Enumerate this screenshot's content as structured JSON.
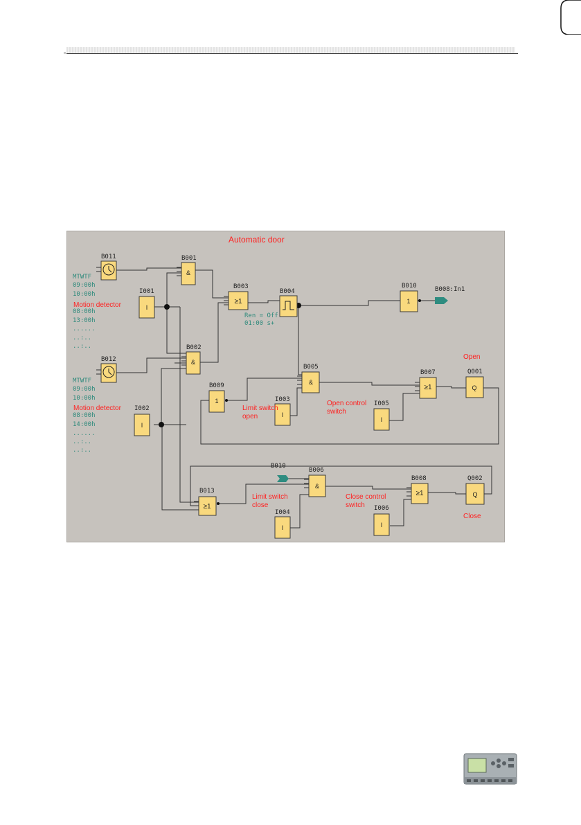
{
  "diagram": {
    "title": "Automatic door",
    "blocks": {
      "B011": {
        "label": "B011",
        "symbol": ""
      },
      "B012": {
        "label": "B012",
        "symbol": ""
      },
      "B001": {
        "label": "B001",
        "symbol": "&"
      },
      "B002": {
        "label": "B002",
        "symbol": "&"
      },
      "B003": {
        "label": "B003",
        "symbol": "≥1"
      },
      "B004": {
        "label": "B004",
        "symbol": ""
      },
      "B010": {
        "label": "B010",
        "symbol": "1"
      },
      "B005": {
        "label": "B005",
        "symbol": "&"
      },
      "B006": {
        "label": "B006",
        "symbol": "&"
      },
      "B007": {
        "label": "B007",
        "symbol": "≥1"
      },
      "B008": {
        "label": "B008",
        "symbol": "≥1"
      },
      "B009": {
        "label": "B009",
        "symbol": "1"
      },
      "B013": {
        "label": "B013",
        "symbol": "≥1"
      },
      "I001": {
        "label": "I001",
        "symbol": "I"
      },
      "I002": {
        "label": "I002",
        "symbol": "I"
      },
      "I003": {
        "label": "I003",
        "symbol": "I"
      },
      "I004": {
        "label": "I004",
        "symbol": "I"
      },
      "I005": {
        "label": "I005",
        "symbol": "I"
      },
      "I006": {
        "label": "I006",
        "symbol": "I"
      },
      "Q001": {
        "label": "Q001",
        "symbol": "Q"
      },
      "Q002": {
        "label": "Q002",
        "symbol": "Q"
      }
    },
    "connector_out_label": "B008:In1",
    "connector_in_label": "B010",
    "timer_params": {
      "line1": "Ren = Off",
      "line2": "01:00 s+"
    },
    "clock1_params": [
      "MTWTF",
      "09:00h",
      "10:00h",
      "08:00h",
      "13:00h",
      "......",
      "..:..",
      "..:.."
    ],
    "clock2_params": [
      "MTWTF",
      "09:00h",
      "10:00h",
      "08:00h",
      "14:00h",
      "......",
      "..:..",
      "..:.."
    ],
    "annotations": {
      "motion1": "Motion detector",
      "motion2": "Motion detector",
      "limit_open_1": "Limit switch",
      "limit_open_2": "open",
      "open_ctrl_1": "Open control",
      "open_ctrl_2": "switch",
      "open": "Open",
      "limit_close_1": "Limit switch",
      "limit_close_2": "close",
      "close_ctrl_1": "Close control",
      "close_ctrl_2": "switch",
      "close": "Close"
    },
    "colors": {
      "background": "#c6c2bd",
      "block_fill": "#f9d97e",
      "block_border": "#3a3a3a",
      "annotation": "#ff2020",
      "parameter_text": "#2f8a7c",
      "connector": "#2e8c80"
    }
  }
}
